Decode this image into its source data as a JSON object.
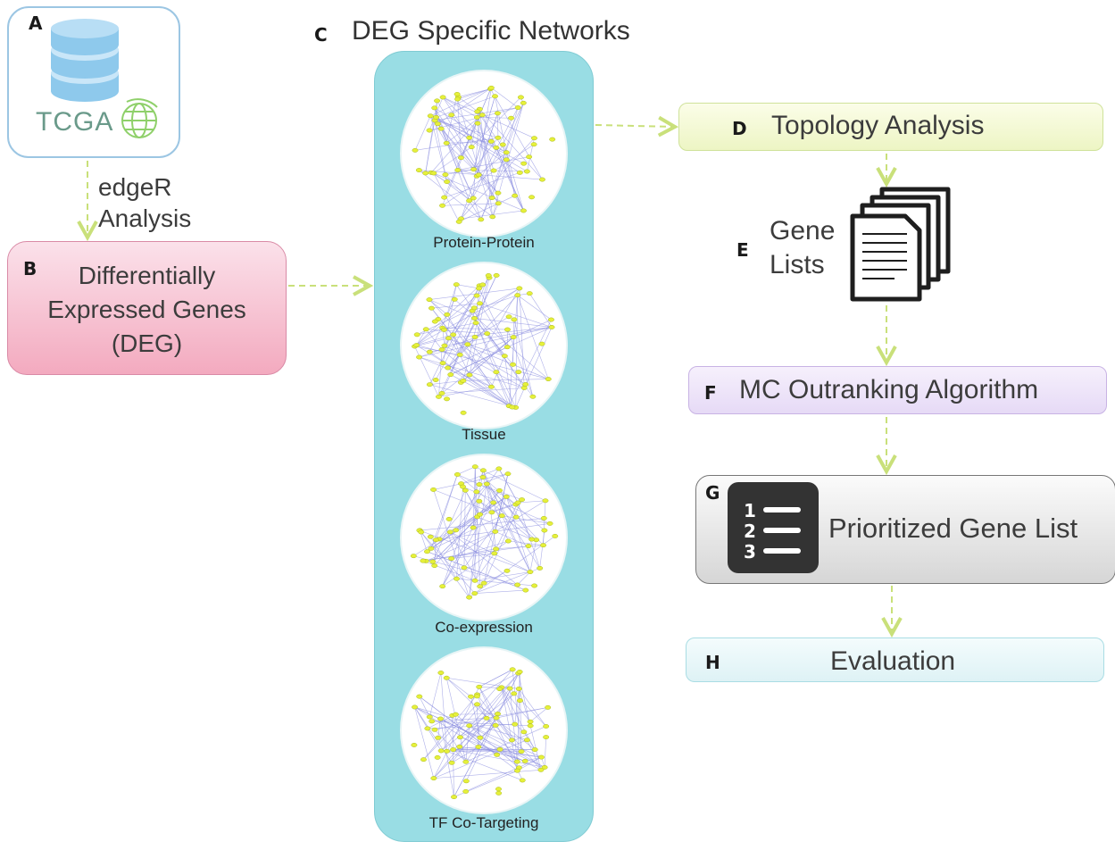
{
  "panels": {
    "a": {
      "letter": "A",
      "logo_text": "TCGA"
    },
    "a_to_b_label": [
      "edgeR",
      "Analysis"
    ],
    "b": {
      "letter": "B",
      "lines": [
        "Differentially",
        "Expressed Genes",
        "(DEG)"
      ]
    },
    "c": {
      "letter": "C",
      "title": "DEG Specific Networks",
      "networks": [
        "Protein-Protein",
        "Tissue",
        "Co-expression",
        "TF Co-Targeting"
      ]
    },
    "d": {
      "letter": "D",
      "text": "Topology Analysis"
    },
    "e": {
      "letter": "E",
      "lines": [
        "Gene",
        "Lists"
      ]
    },
    "f": {
      "letter": "F",
      "text": "MC Outranking Algorithm"
    },
    "g": {
      "letter": "G",
      "text": "Prioritized Gene List",
      "list_numbers": [
        "1",
        "2",
        "3"
      ]
    },
    "h": {
      "letter": "H",
      "text": "Evaluation"
    }
  },
  "colors": {
    "arrow": "#c9e07a",
    "network_node": "#e6f03a",
    "network_edge": "#8c8fe0",
    "panel_c_fill": "#99dde4"
  }
}
